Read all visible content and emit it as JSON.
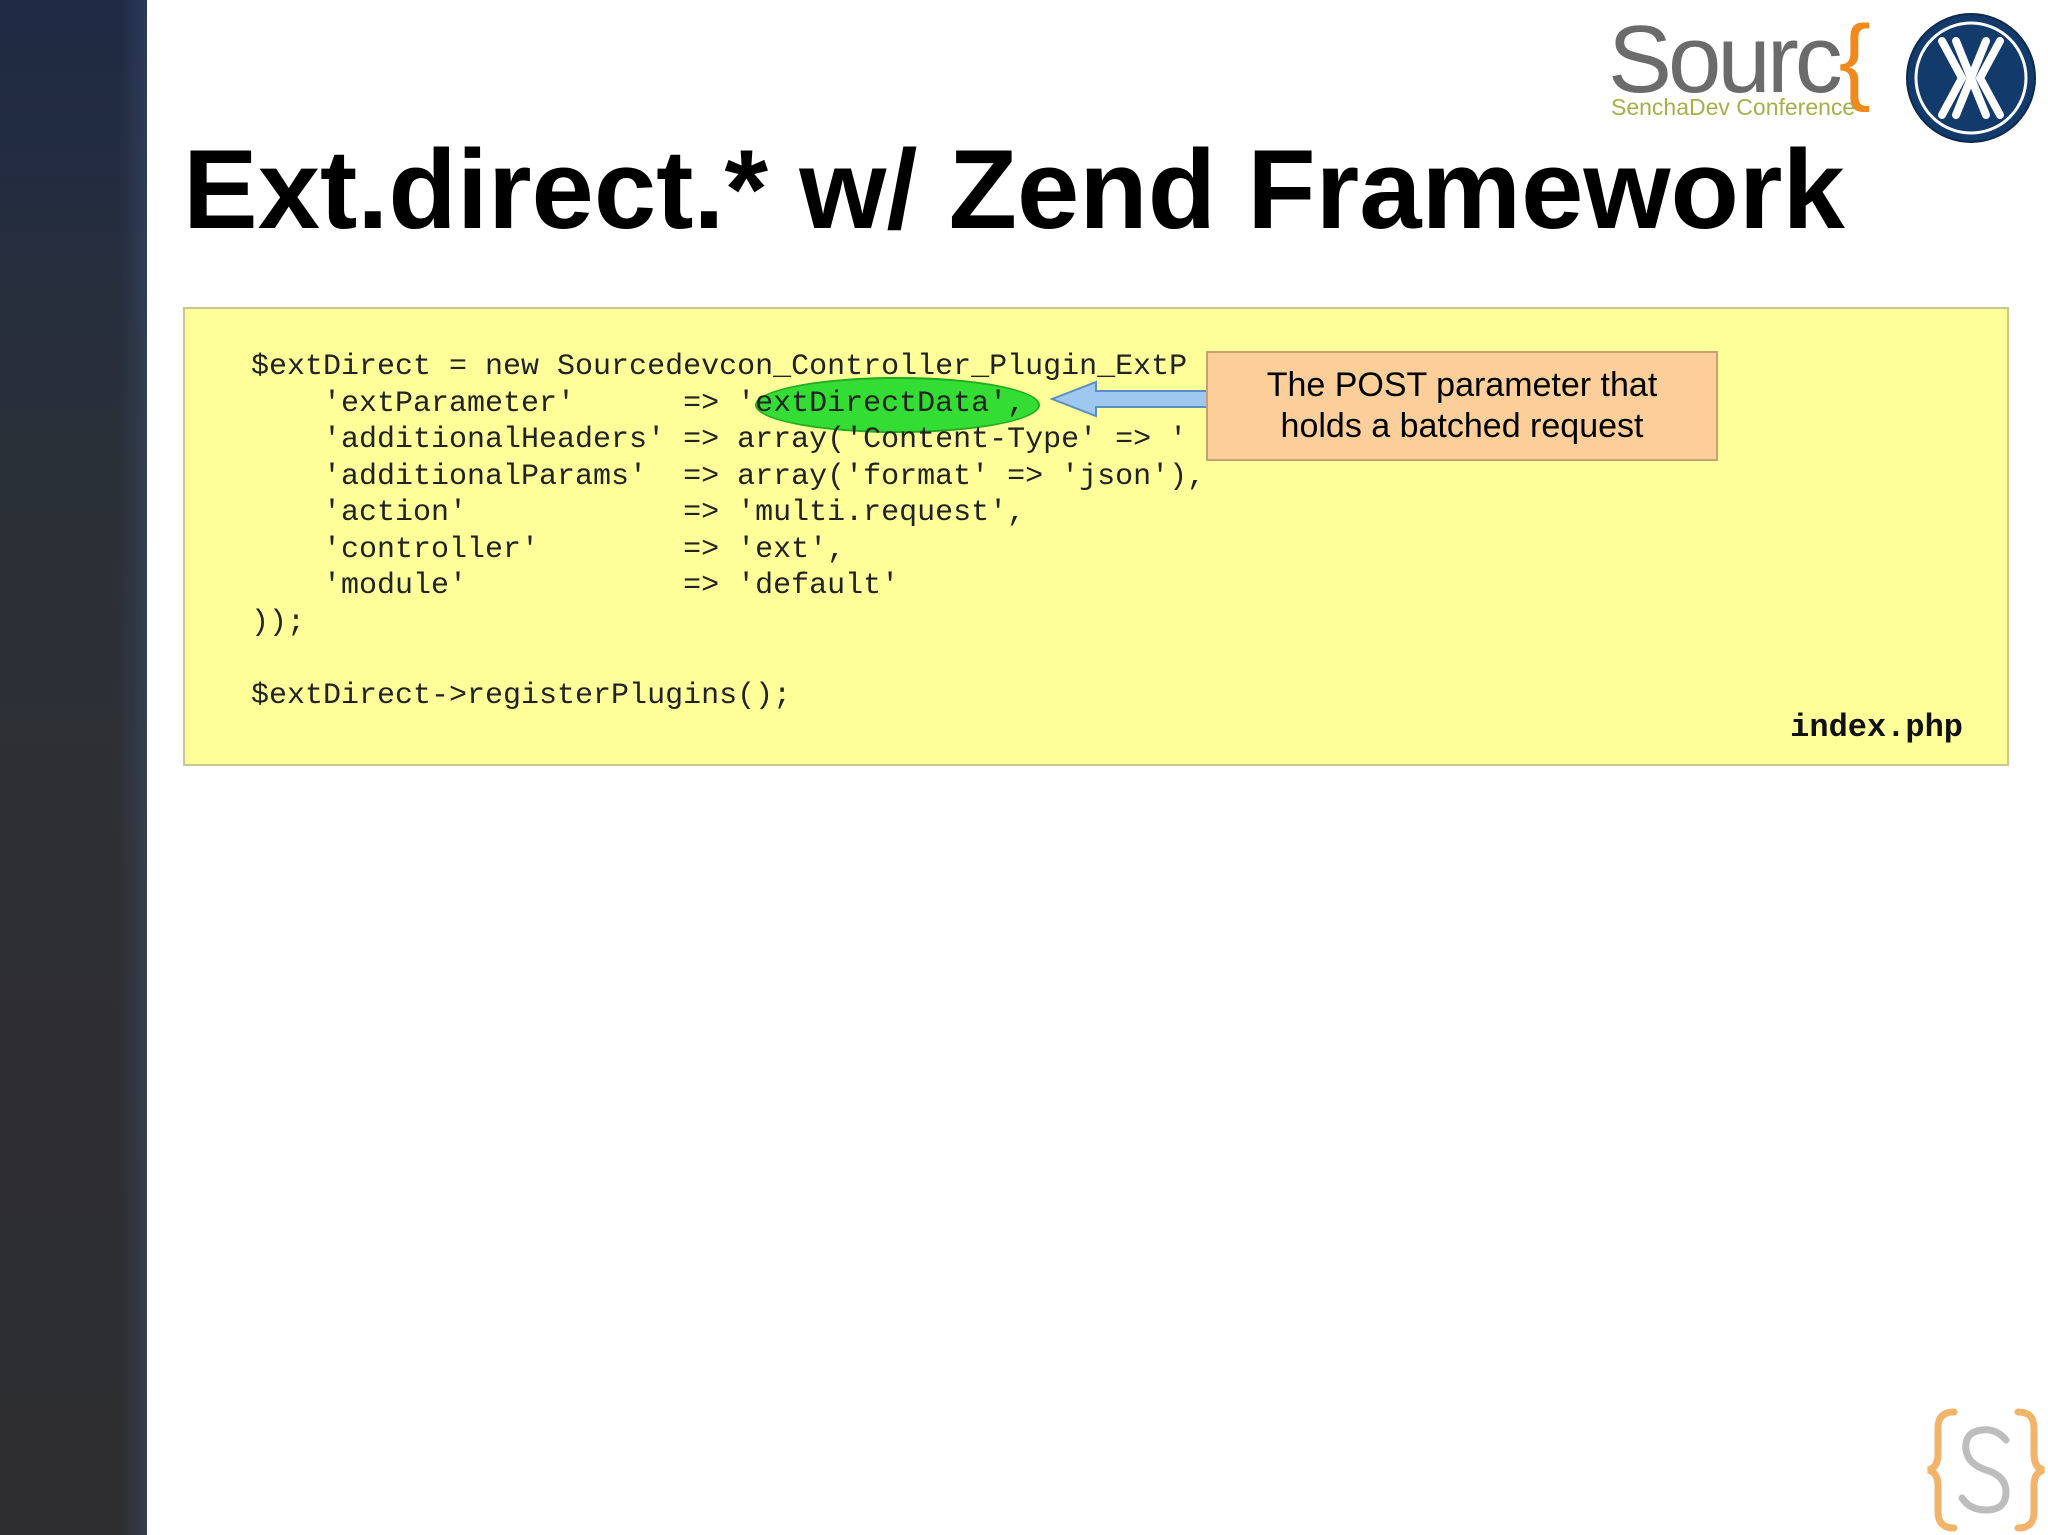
{
  "slide": {
    "title": "Ext.direct.* w/ Zend Framework",
    "code_lines": [
      "$extDirect = new Sourcedevcon_Controller_Plugin_ExtP",
      "    'extParameter'      => 'extDirectData',",
      "    'additionalHeaders' => array('Content-Type' => '",
      "    'additionalParams'  => array('format' => 'json'),",
      "    'action'            => 'multi.request',",
      "    'controller'        => 'ext',",
      "    'module'            => 'default'",
      "));",
      "",
      "$extDirect->registerPlugins();"
    ],
    "file_label": "index.php",
    "callout_lines": [
      "The POST parameter that",
      "holds a batched request"
    ]
  },
  "logos": {
    "source_word": "Sourc",
    "source_brace": "{",
    "source_sub": "SenchaDev Conference",
    "corner_mark": "{S}"
  },
  "colors": {
    "code_bg": "#ffff99",
    "highlight": "#33dd33",
    "callout_bg": "#fccf9a",
    "arrow": "#9ec8f0",
    "logo_orange": "#f08a1c",
    "logo_navy": "#123a6b"
  }
}
